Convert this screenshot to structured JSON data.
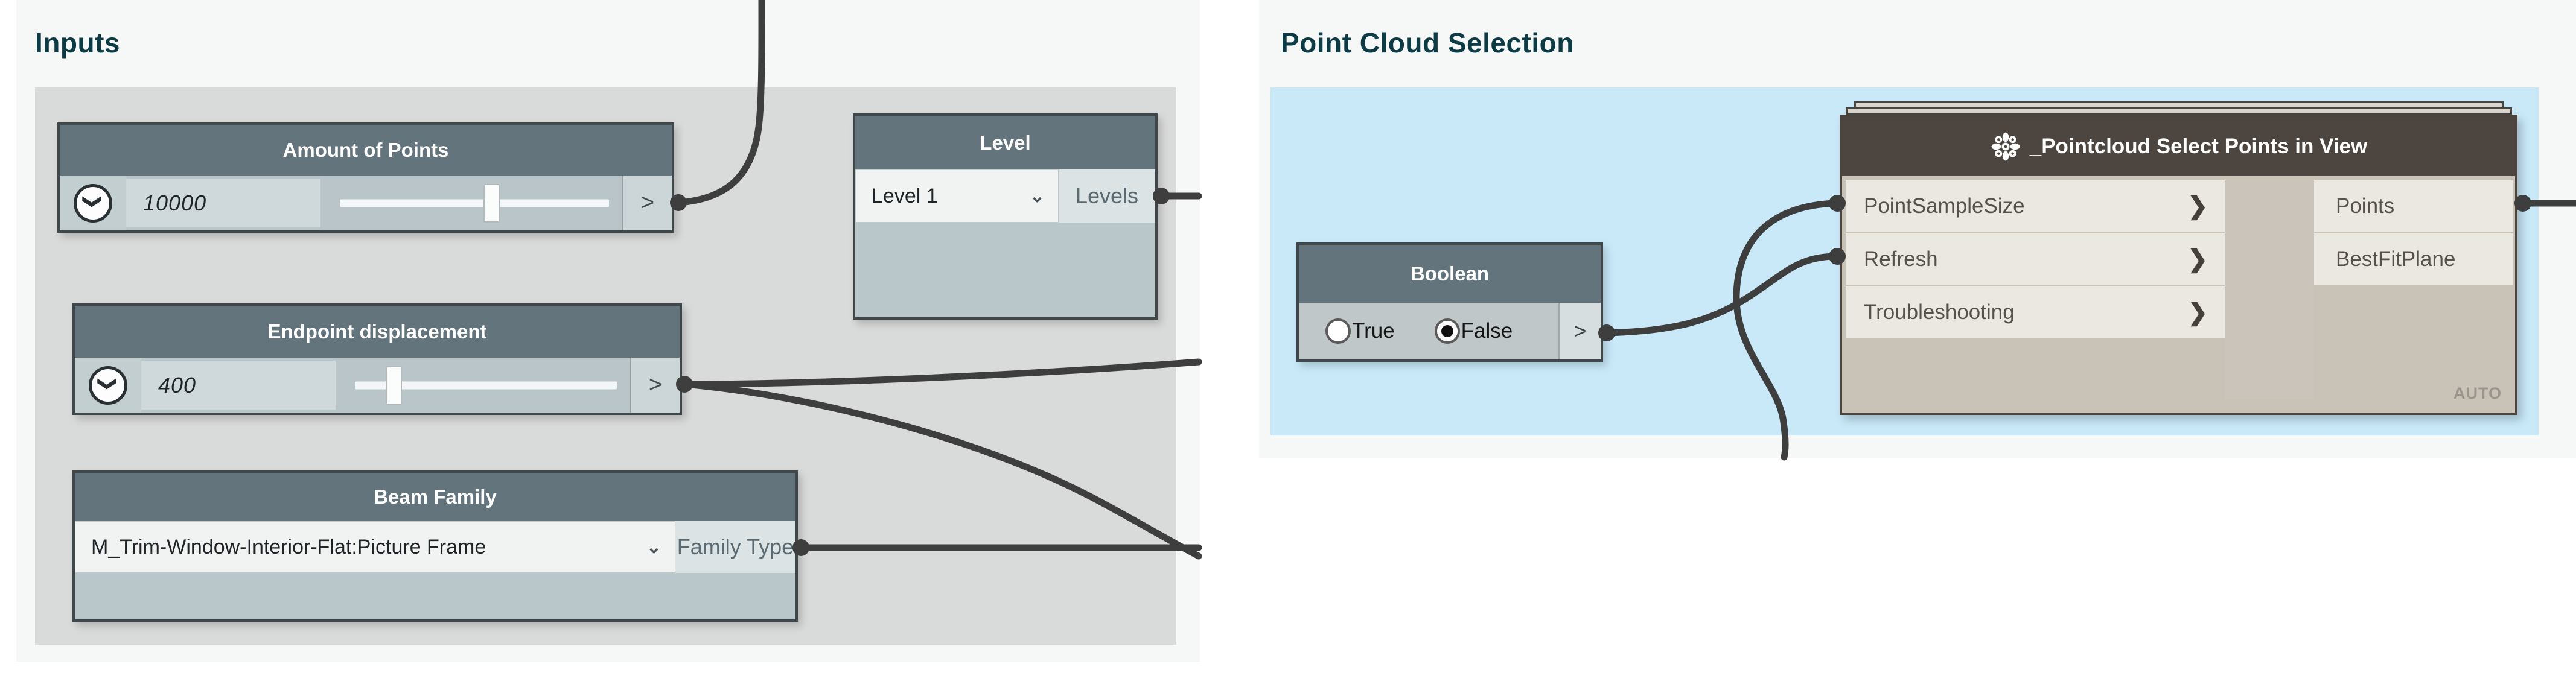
{
  "groups": {
    "inputs": {
      "title": "Inputs"
    },
    "point_cloud": {
      "title": "Point Cloud Selection"
    }
  },
  "glyphs": {
    "chevron_right": "❯",
    "caret_down": "⌄",
    "port_arrow": ">"
  },
  "nodes": {
    "amount_of_points": {
      "title": "Amount of Points",
      "value": "10000",
      "output_label": ">"
    },
    "level": {
      "title": "Level",
      "selected": "Level 1",
      "output": "Levels"
    },
    "endpoint_displacement": {
      "title": "Endpoint displacement",
      "value": "400",
      "output_label": ">"
    },
    "beam_family": {
      "title": "Beam Family",
      "selected": "M_Trim-Window-Interior-Flat:Picture Frame",
      "output": "Family Type"
    },
    "boolean": {
      "title": "Boolean",
      "option_true": "True",
      "option_false": "False",
      "selected": "False",
      "output_label": ">"
    },
    "pointcloud_select": {
      "title": "_Pointcloud Select Points in View",
      "inputs": [
        "PointSampleSize",
        "Refresh",
        "Troubleshooting"
      ],
      "outputs": [
        "Points",
        "BestFitPlane"
      ],
      "lacing": "AUTO"
    }
  },
  "colors": {
    "group_gray": "#d9dada",
    "group_blue": "#c9e9f9",
    "title_teal": "#0c3b45",
    "node_header": "#64747d",
    "node_border": "#3f474b",
    "pointcloud_header": "#4d4640",
    "wire": "#3e3e3e"
  }
}
